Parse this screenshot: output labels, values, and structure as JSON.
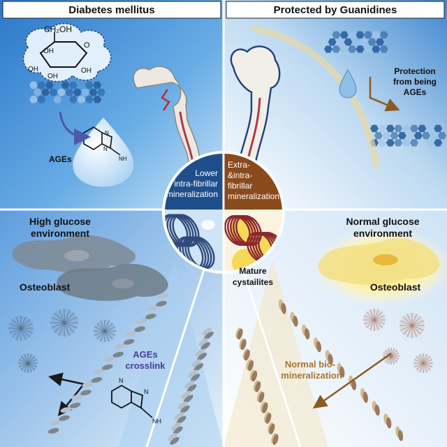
{
  "panels": {
    "left_header": "Diabetes mellitus",
    "right_header": "Protected by Guanidines"
  },
  "molecule": {
    "ch2oh": "CH₂OH",
    "oh1": "OH",
    "oh2": "OH",
    "oh3": "OH",
    "oh4": "OH",
    "ring_o": "O",
    "n1": "N",
    "n2": "N",
    "n3": "N",
    "n4": "N",
    "nh1": "NH",
    "nh2": "NH"
  },
  "labels": {
    "ages": "AGEs",
    "protection_line1": "Protection",
    "protection_line2": "from being",
    "protection_line3": "AGEs",
    "lower_line1": "Lower",
    "lower_line2": "intra-fibrillar",
    "lower_line3": "mineralization",
    "extra_line1": "Extra-",
    "extra_line2": "&intra-",
    "extra_line3": "fibrillar",
    "extra_line4": "mineralization",
    "high_glucose_line1": "High glucose",
    "high_glucose_line2": "environment",
    "normal_glucose_line1": "Normal glucose",
    "normal_glucose_line2": "environment",
    "osteoblast_left": "Osteoblast",
    "osteoblast_right": "Osteoblast",
    "mature_line1": "Mature",
    "mature_line2": "cystailites",
    "ages_crosslink_line1": "AGEs",
    "ages_crosslink_line2": "crosslink",
    "normal_bio_line1": "Normal bio-",
    "normal_bio_line2": "mineralization"
  },
  "colors": {
    "diabetes_blue": "#1f4e8c",
    "protected_brown": "#8a4a1c",
    "panel_blue": "#4a90d6",
    "panel_light": "#eaf3fb",
    "bone": "#d9d5cf",
    "accent_yellow": "#f5d64a",
    "hex_dark": "#2a5f9e",
    "hex_light": "#9ec4e6"
  }
}
